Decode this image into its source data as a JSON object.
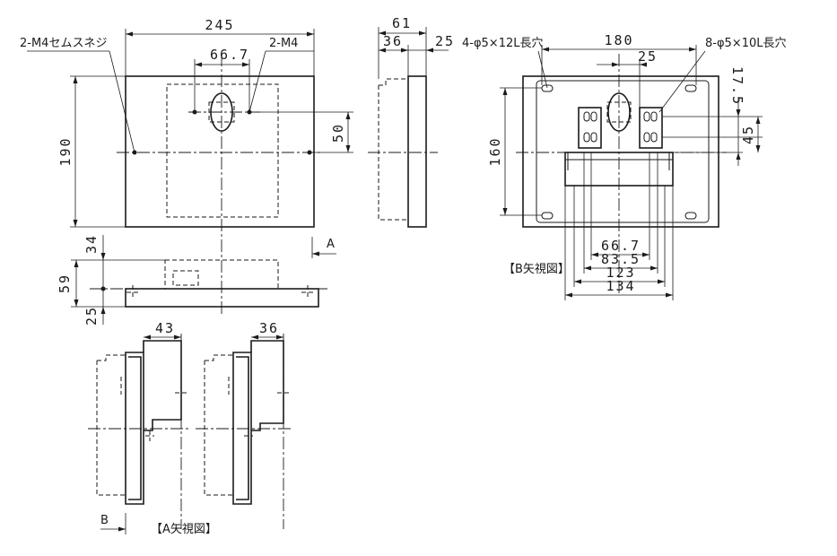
{
  "front": {
    "width": "245",
    "height": "190",
    "inner_width": "66.7",
    "inner_offset": "50",
    "screw_note": "2-M4セムスネジ",
    "hole_note": "2-M4",
    "view_a_label": "A"
  },
  "side": {
    "depth": "61",
    "part1": "36",
    "part2": "25"
  },
  "bottom": {
    "total": "59",
    "top": "34",
    "bottom": "25"
  },
  "back": {
    "width": "180",
    "height": "160",
    "center_offset": "25",
    "offset_175": "17.5",
    "spacing_45": "45",
    "slot_note_1": "4-φ5×12L長穴",
    "slot_note_2": "8-φ5×10L長穴",
    "dims_bottom": [
      "66.7",
      "83.5",
      "123",
      "134"
    ],
    "view_title": "【B矢視図】"
  },
  "view_a": {
    "dim_left": "43",
    "dim_right": "36",
    "view_b_label": "B",
    "view_title": "【A矢視図】"
  }
}
